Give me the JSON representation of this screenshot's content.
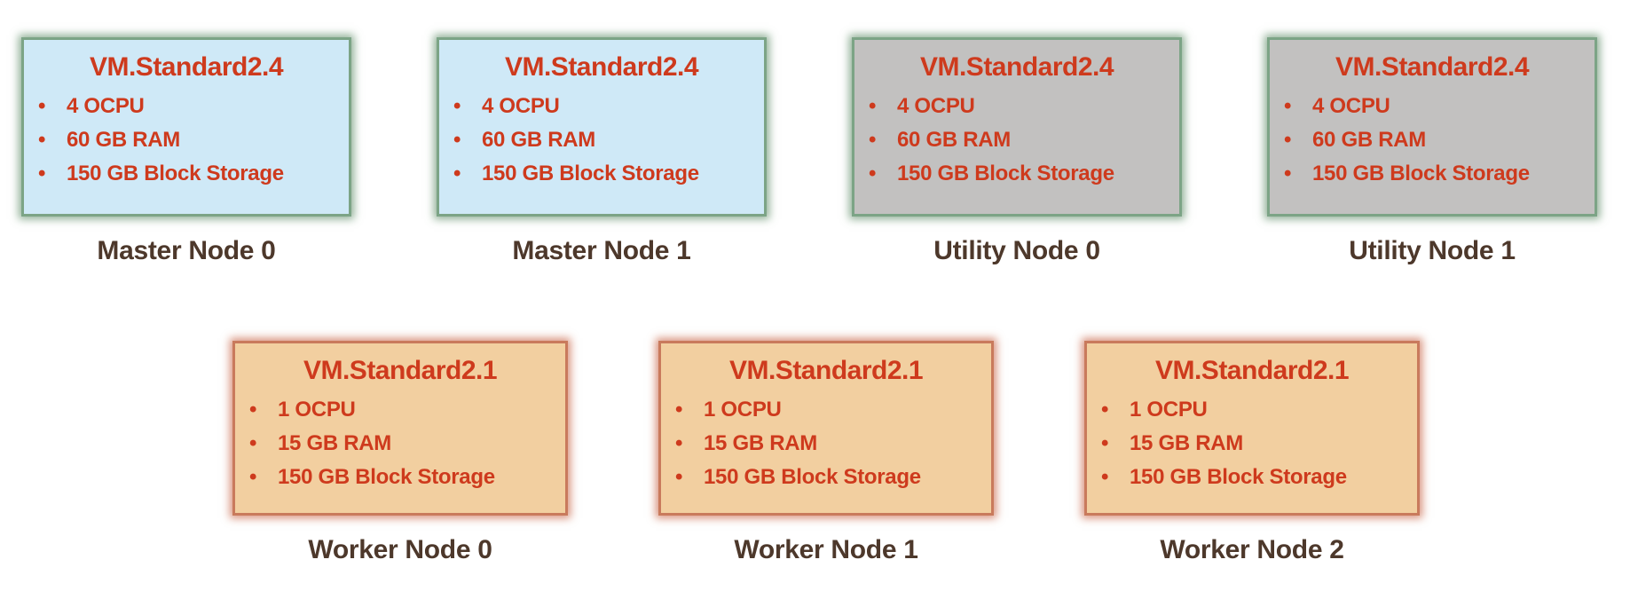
{
  "diagram": {
    "description": "Cluster node shape diagram",
    "colors": {
      "master_fill": "#cfe9f7",
      "utility_fill": "#c2c1c0",
      "worker_fill": "#f2cfa0",
      "master_utility_border": "#7ca486",
      "worker_border": "#c97a5c",
      "shape_text": "#ce3a1d",
      "label_text": "#4d382b",
      "background": "#ffffff"
    },
    "nodes": [
      {
        "id": "master-node-0",
        "label": "Master Node 0",
        "shape": "VM.Standard2.4",
        "specs": [
          "4 OCPU",
          "60 GB RAM",
          "150 GB Block Storage"
        ]
      },
      {
        "id": "master-node-1",
        "label": "Master Node 1",
        "shape": "VM.Standard2.4",
        "specs": [
          "4 OCPU",
          "60 GB RAM",
          "150 GB Block Storage"
        ]
      },
      {
        "id": "utility-node-0",
        "label": "Utility Node 0",
        "shape": "VM.Standard2.4",
        "specs": [
          "4 OCPU",
          "60 GB RAM",
          "150 GB Block Storage"
        ]
      },
      {
        "id": "utility-node-1",
        "label": "Utility Node 1",
        "shape": "VM.Standard2.4",
        "specs": [
          "4 OCPU",
          "60 GB RAM",
          "150 GB Block Storage"
        ]
      },
      {
        "id": "worker-node-0",
        "label": "Worker Node 0",
        "shape": "VM.Standard2.1",
        "specs": [
          "1 OCPU",
          "15 GB RAM",
          "150 GB Block Storage"
        ]
      },
      {
        "id": "worker-node-1",
        "label": "Worker Node 1",
        "shape": "VM.Standard2.1",
        "specs": [
          "1 OCPU",
          "15 GB RAM",
          "150 GB Block Storage"
        ]
      },
      {
        "id": "worker-node-2",
        "label": "Worker Node 2",
        "shape": "VM.Standard2.1",
        "specs": [
          "1 OCPU",
          "15 GB RAM",
          "150 GB Block Storage"
        ]
      }
    ]
  }
}
